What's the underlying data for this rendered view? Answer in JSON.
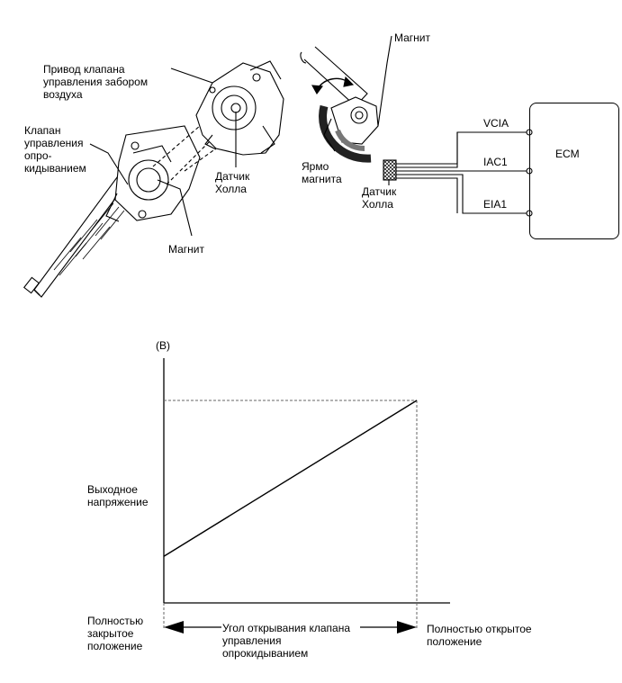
{
  "labels": {
    "actuator": "Привод клапана\nуправления забором\nвоздуха",
    "tumble_valve": "Клапан\nуправления\nопро-\nкидыванием",
    "hall_sensor_left": "Датчик\nХолла",
    "magnet_bottom": "Магнит",
    "magnet_top": "Магнит",
    "yoke": "Ярмо\nмагнита",
    "hall_sensor_right": "Датчик\nХолла",
    "ecm": "ECM"
  },
  "pins": [
    "VCIA",
    "IAC1",
    "EIA1"
  ],
  "chart": {
    "y_marker": "(B)",
    "ylabel": "Выходное\nнапряжение",
    "x_left": "Полностью\nзакрытое\nположение",
    "x_right": "Полностью открытое\nположение",
    "x_middle": "Угол открывания клапана\nуправления\nопрокидыванием"
  },
  "chart_data": {
    "type": "line",
    "title": "",
    "xlabel": "Угол открывания клапана управления опрокидыванием",
    "ylabel": "Выходное напряжение",
    "series": [
      {
        "x": [
          0,
          1
        ],
        "y": [
          0.23,
          1.0
        ]
      }
    ],
    "xlim": [
      0,
      1
    ],
    "ylim": [
      0,
      1.2
    ],
    "x_ticks": [
      "Полностью закрытое положение",
      "Полностью открытое положение"
    ]
  }
}
